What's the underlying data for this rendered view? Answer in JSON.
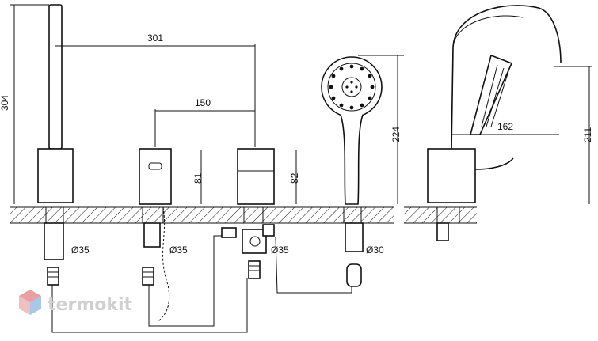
{
  "dimensions": {
    "d301": "301",
    "d150": "150",
    "d304": "304",
    "d81": "81",
    "d82": "82",
    "d224": "224",
    "d162": "162",
    "d211": "211",
    "dia35a": "Ø35",
    "dia35b": "Ø35",
    "dia35c": "Ø35",
    "dia30": "Ø30"
  },
  "watermark": {
    "brand": "termokit",
    "logo_icon": "hexagon-cube-icon"
  },
  "colors": {
    "line": "#111111",
    "watermark_text": "#d0d0d0",
    "logo_red": "#e8a0a0",
    "logo_blue": "#a8c8e8"
  }
}
